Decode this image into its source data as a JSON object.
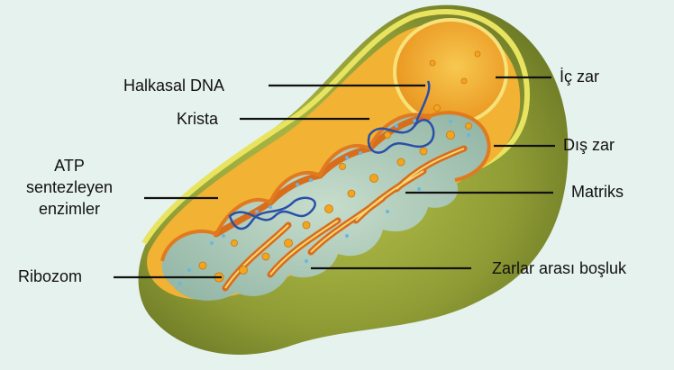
{
  "colors": {
    "background": "#e6f2ee",
    "outer_membrane": "#8a9a33",
    "inner_membrane": "#e07a20",
    "intermembrane_space": "#f2b233",
    "matrix": "#a9c8b4",
    "dna": "#2a4fa8",
    "ribosome": "#f3a51f",
    "leader_line": "#111111"
  },
  "labels": {
    "halkasal_dna": "Halkasal DNA",
    "krista": "Krista",
    "atp_line1": "ATP",
    "atp_line2": "sentezleyen",
    "atp_line3": "enzimler",
    "ribozom": "Ribozom",
    "ic_zar": "İç zar",
    "dis_zar": "Dış zar",
    "matriks": "Matriks",
    "zarlar_arasi": "Zarlar arası boşluk"
  }
}
